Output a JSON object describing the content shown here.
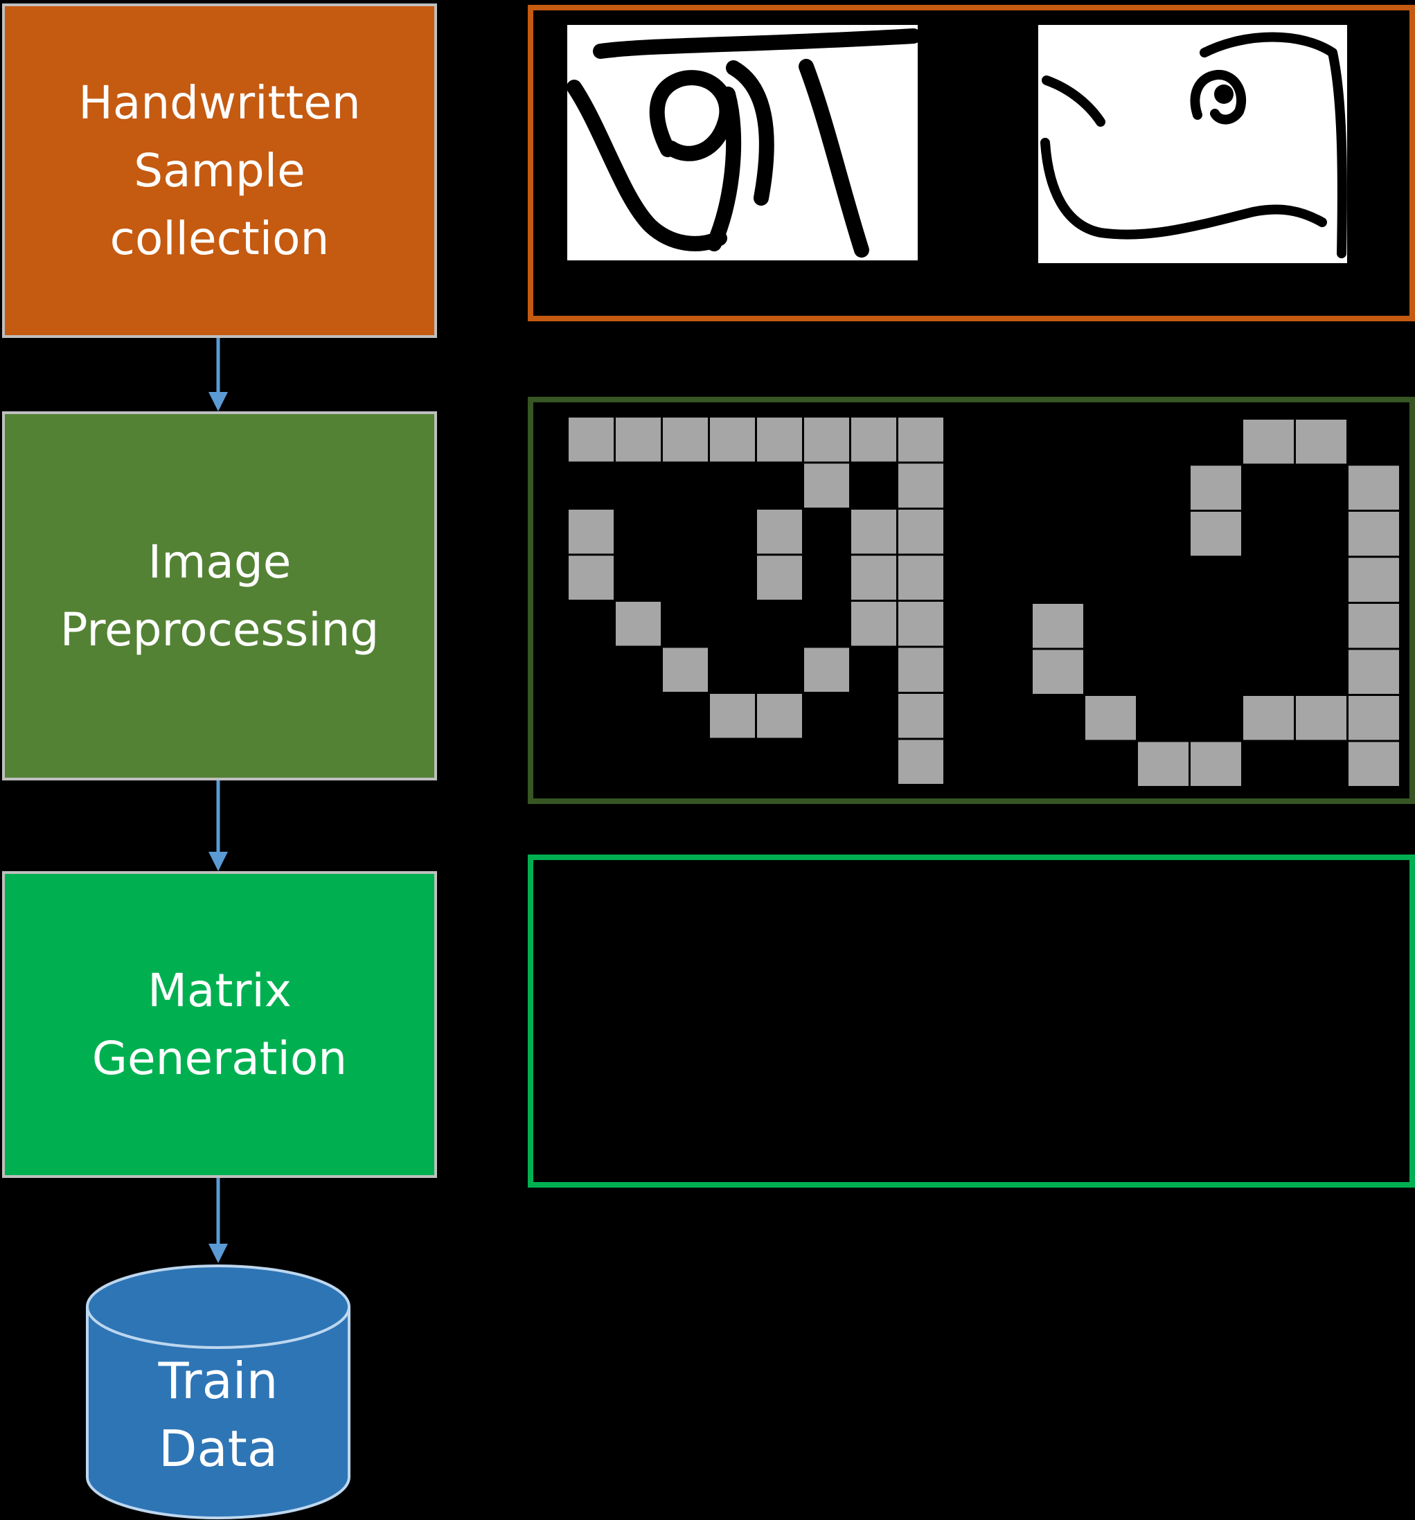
{
  "colors": {
    "background": "#000000",
    "step1_fill": "#c55a11",
    "step2_fill": "#548235",
    "step3_fill": "#00b050",
    "step_border": "#bfbfbf",
    "panel1_border": "#c55a11",
    "panel2_border": "#375623",
    "panel3_border": "#00b050",
    "arrow": "#5b9bd5",
    "cylinder_fill": "#2e75b6",
    "cylinder_stroke": "#bdd7ee",
    "pixel_cell": "#a6a6a6"
  },
  "steps": [
    {
      "lines": [
        "Handwritten",
        "Sample",
        "collection"
      ]
    },
    {
      "lines": [
        "Image",
        "Preprocessing"
      ]
    },
    {
      "lines": [
        "Matrix",
        "Generation"
      ]
    }
  ],
  "datastore": {
    "lines": [
      "Train",
      "Data"
    ]
  },
  "pixel_grids": {
    "grid_a": {
      "rows": 8,
      "cols": 8,
      "cells": [
        [
          0,
          0
        ],
        [
          0,
          1
        ],
        [
          0,
          2
        ],
        [
          0,
          3
        ],
        [
          0,
          4
        ],
        [
          0,
          5
        ],
        [
          0,
          6
        ],
        [
          0,
          7
        ],
        [
          1,
          5
        ],
        [
          1,
          7
        ],
        [
          2,
          0
        ],
        [
          2,
          4
        ],
        [
          2,
          6
        ],
        [
          2,
          7
        ],
        [
          3,
          0
        ],
        [
          3,
          4
        ],
        [
          3,
          6
        ],
        [
          3,
          7
        ],
        [
          4,
          1
        ],
        [
          4,
          6
        ],
        [
          4,
          7
        ],
        [
          5,
          2
        ],
        [
          5,
          5
        ],
        [
          5,
          7
        ],
        [
          6,
          3
        ],
        [
          6,
          4
        ],
        [
          6,
          7
        ],
        [
          7,
          7
        ]
      ]
    },
    "grid_e": {
      "rows": 8,
      "cols": 7,
      "cells": [
        [
          0,
          4
        ],
        [
          0,
          5
        ],
        [
          1,
          3
        ],
        [
          1,
          6
        ],
        [
          2,
          3
        ],
        [
          2,
          6
        ],
        [
          3,
          6
        ],
        [
          4,
          0
        ],
        [
          4,
          6
        ],
        [
          5,
          0
        ],
        [
          5,
          6
        ],
        [
          6,
          1
        ],
        [
          6,
          4
        ],
        [
          6,
          5
        ],
        [
          6,
          6
        ],
        [
          7,
          2
        ],
        [
          7,
          3
        ],
        [
          7,
          6
        ]
      ]
    }
  }
}
